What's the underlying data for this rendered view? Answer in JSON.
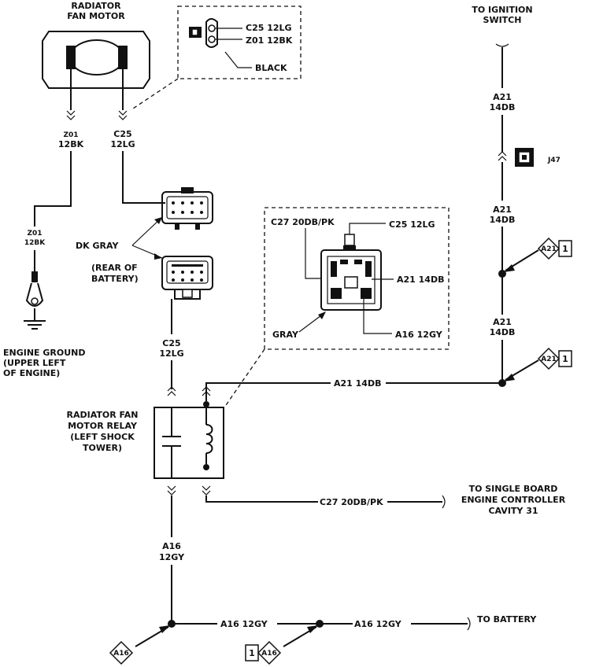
{
  "labels": {
    "fan_motor_1": "RADIATOR",
    "fan_motor_2": "FAN MOTOR",
    "ign_1": "TO IGNITION",
    "ign_2": "SWITCH",
    "conn_c25": "C25 12LG",
    "conn_z01": "Z01 12BK",
    "conn_black": "BLACK",
    "z01_wire_1": "Z01",
    "z01_wire_2": "12BK",
    "c25_wire_1": "C25",
    "c25_wire_2": "12LG",
    "z01_lower_1": "Z01",
    "z01_lower_2": "12BK",
    "dk_gray": "DK GRAY",
    "rear_1": "(REAR OF",
    "rear_2": "BATTERY)",
    "ground_1": "ENGINE GROUND",
    "ground_2": "(UPPER LEFT",
    "ground_3": "OF ENGINE)",
    "c25_lower_1": "C25",
    "c25_lower_2": "12LG",
    "relay_box_c27": "C27 20DB/PK",
    "relay_box_c25": "C25 12LG",
    "relay_box_a21": "A21 14DB",
    "relay_box_gray": "GRAY",
    "relay_box_a16": "A16 12GY",
    "relay_1": "RADIATOR FAN",
    "relay_2": "MOTOR RELAY",
    "relay_3": "(LEFT SHOCK",
    "relay_4": "TOWER)",
    "a21_top_1": "A21",
    "a21_top_2": "14DB",
    "j47": "J47",
    "a21_mid_1": "A21",
    "a21_mid_2": "14DB",
    "a21_low_1": "A21",
    "a21_low_2": "14DB",
    "a21_horiz": "A21 14DB",
    "c27_horiz": "C27 20DB/PK",
    "sbec_1": "TO SINGLE BOARD",
    "sbec_2": "ENGINE CONTROLLER",
    "sbec_3": "CAVITY 31",
    "a16_vert_1": "A16",
    "a16_vert_2": "12GY",
    "a16_h1": "A16 12GY",
    "a16_h2": "A16 12GY",
    "to_battery": "TO BATTERY"
  },
  "refs": {
    "a21_r1_code": "A21",
    "a21_r1_page": "1",
    "a21_r2_code": "A21",
    "a21_r2_page": "1",
    "a16_l_code": "A16",
    "a16_r_code": "A16",
    "a16_r_page": "1"
  }
}
